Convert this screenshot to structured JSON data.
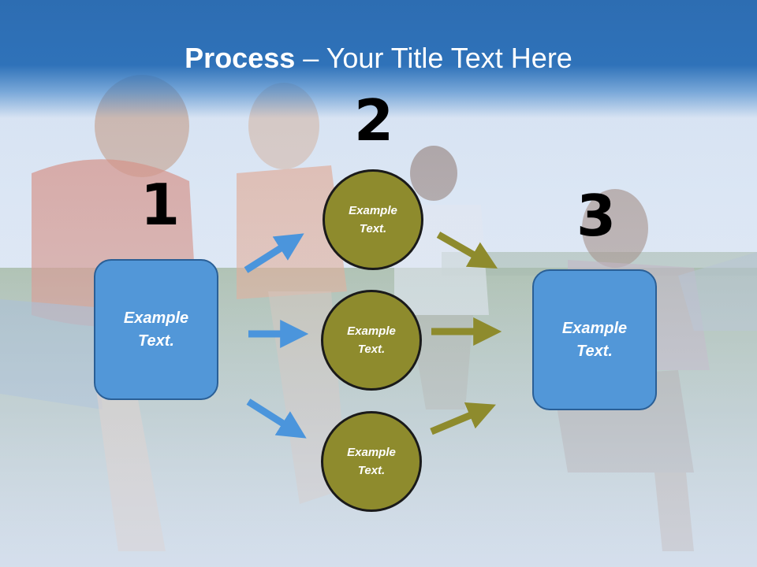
{
  "title": {
    "bold": "Process",
    "rest": " – Your Title Text Here"
  },
  "steps": {
    "one": "1",
    "two": "2",
    "three": "3"
  },
  "boxes": {
    "left": {
      "line1": "Example",
      "line2": "Text."
    },
    "right": {
      "line1": "Example",
      "line2": "Text."
    }
  },
  "circles": [
    {
      "line1": "Example",
      "line2": "Text."
    },
    {
      "line1": "Example",
      "line2": "Text."
    },
    {
      "line1": "Example",
      "line2": "Text."
    }
  ],
  "colors": {
    "title_band": "#2f72b9",
    "box_fill": "#5297d8",
    "circle_fill": "#8e8b2d",
    "blue_arrow": "#4b95dc",
    "olive_arrow": "#8e8b2d"
  }
}
